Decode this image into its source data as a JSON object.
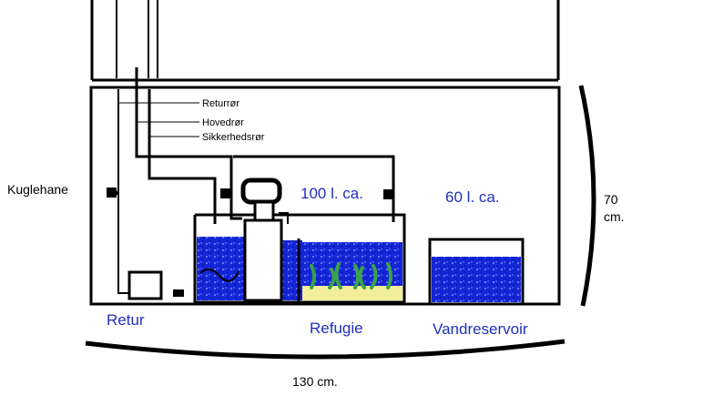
{
  "colors": {
    "line": "#000000",
    "water": "#1426d8",
    "water_speckle": "#6f7ff0",
    "sand": "#f3ee9a",
    "plant": "#3aa24a",
    "label_blue": "#1f2fbf"
  },
  "labels": {
    "returror": "Returrør",
    "hovedror": "Hovedrør",
    "sikkerhedsror": "Sikkerhedsrør",
    "kuglehane": "Kuglehane",
    "volume_refugie": "100 l. ca.",
    "volume_reservoir": "60 l. ca.",
    "height_value": "70",
    "height_unit": "cm.",
    "retur": "Retur",
    "refugie": "Refugie",
    "vandreservoir": "Vandreservoir",
    "width": "130 cm."
  }
}
